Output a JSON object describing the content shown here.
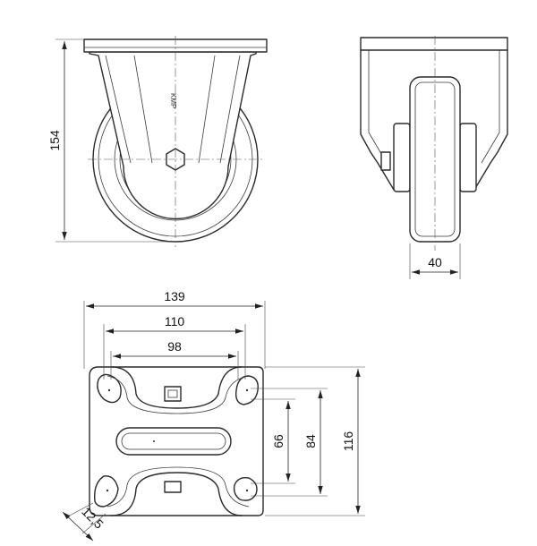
{
  "dimensions": {
    "height_154": "154",
    "wheel_width_40": "40",
    "plate_width_139": "139",
    "hole_spacing_110": "110",
    "hole_spacing_98": "98",
    "plate_length_116": "116",
    "hole_spacing_84": "84",
    "hole_spacing_66": "66",
    "slot_12_5": "12,5"
  },
  "brand_mark": "KMP"
}
